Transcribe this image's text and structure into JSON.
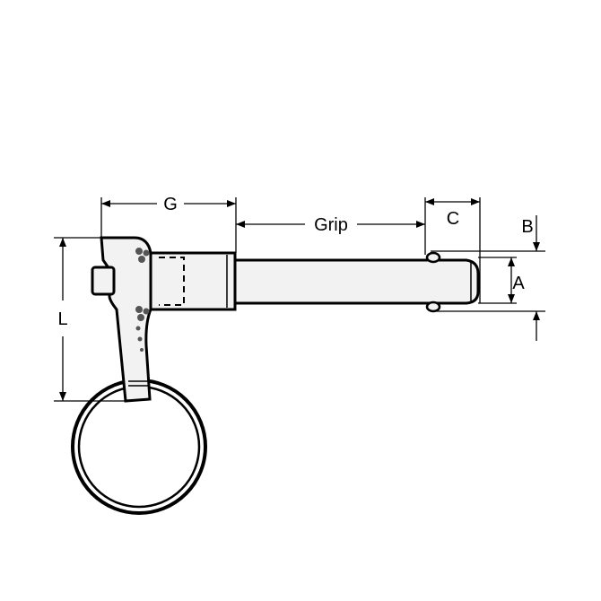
{
  "diagram": {
    "labels": {
      "g": "G",
      "grip": "Grip",
      "c": "C",
      "b": "B",
      "a": "A",
      "l": "L"
    },
    "colors": {
      "stroke": "#000000",
      "fill": "#f2f2f2",
      "background": "#ffffff"
    }
  }
}
